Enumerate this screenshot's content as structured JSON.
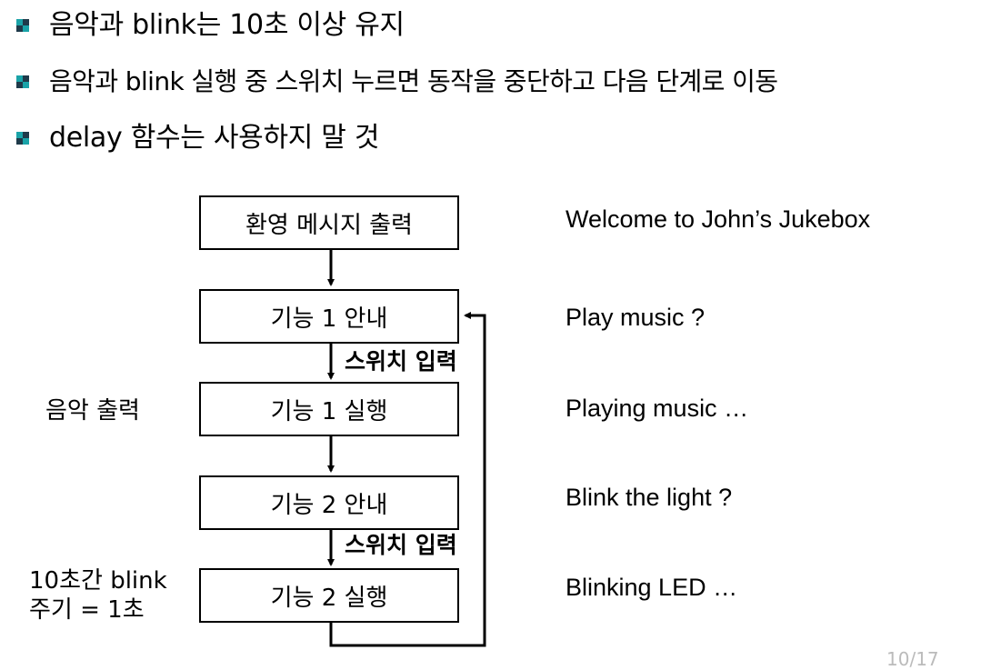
{
  "bullets": [
    "음악과 blink는 10초 이상 유지",
    "음악과 blink 실행 중 스위치 누르면 동작을 중단하고 다음 단계로 이동",
    "delay 함수는 사용하지 말 것"
  ],
  "flow": {
    "steps": [
      "환영 메시지 출력",
      "기능 1 안내",
      "기능 1 실행",
      "기능 2 안내",
      "기능 2 실행"
    ],
    "switch_label": "스위치 입력",
    "left_notes": {
      "music": "음악 출력",
      "blink_line1": "10초간 blink",
      "blink_line2": "주기 = 1초"
    }
  },
  "outputs": [
    "Welcome to John’s Jukebox",
    "Play music ?",
    "Playing music …",
    "Blink the light ?",
    "Blinking LED …"
  ],
  "page_number": "10/17",
  "colors": {
    "bullet_teal": "#1aa3a8",
    "bullet_dark": "#1f3a4a",
    "line": "#000000"
  }
}
